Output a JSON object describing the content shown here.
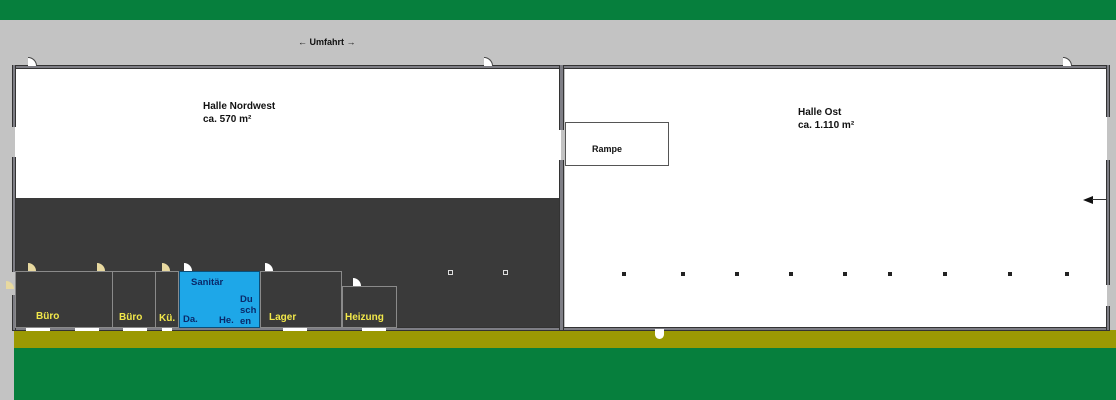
{
  "plan": {
    "road_label": "← Umfahrt →",
    "halls": [
      {
        "name": "Halle Nordwest",
        "area": "ca. 570 m²"
      },
      {
        "name": "Halle Ost",
        "area": "ca. 1.110 m²"
      }
    ],
    "ramp_label": "Rampe",
    "rooms": {
      "buero1": "Büro",
      "buero2": "Büro",
      "kueche": "Kü.",
      "sanitaer": "Sanitär",
      "damen": "Da.",
      "herren": "He.",
      "duschen": "Du\nsch\nen",
      "lager": "Lager",
      "heizung": "Heizung"
    },
    "colors": {
      "green": "#067f3d",
      "olive": "#9b9903",
      "road_gray": "#c3c3c3",
      "dark_floor": "#3a3a3a",
      "sanitary_blue": "#1ea7e8",
      "label_yellow": "#f2e84a"
    }
  }
}
